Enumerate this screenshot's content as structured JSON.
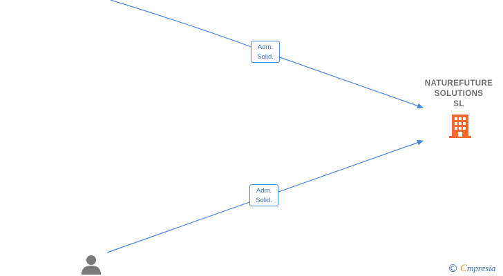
{
  "colors": {
    "edge": "#4a86d8",
    "label_text": "#3a6fb8",
    "company_text": "#6e6e6e",
    "company_icon": "#f26a2e",
    "person_icon": "#7a7a7a",
    "brand_blue": "#3a6fb8",
    "brand_orange": "#f08a24"
  },
  "company": {
    "name_lines": [
      "NATUREFUTURE",
      "SOLUTIONS",
      "SL"
    ],
    "icon": "building-icon"
  },
  "person": {
    "icon": "person-icon"
  },
  "edges": [
    {
      "label_line1": "Adm.",
      "label_line2": "Solid."
    },
    {
      "label_line1": "Adm.",
      "label_line2": "Solid."
    }
  ],
  "brand": {
    "copyright": "©",
    "logo_first": "C",
    "logo_rest": "mpresia"
  }
}
